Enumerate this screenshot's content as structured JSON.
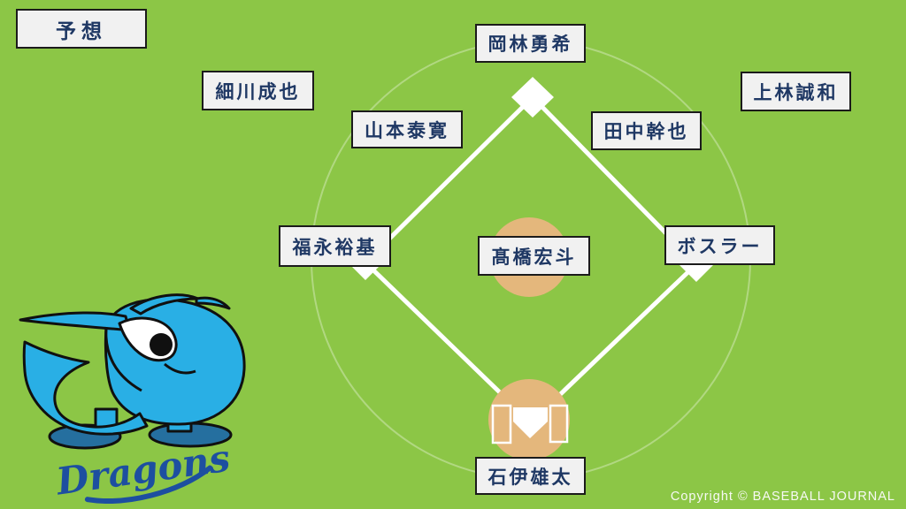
{
  "badge": {
    "label": "予想"
  },
  "field": {
    "positions": {
      "center_field": "岡林勇希",
      "left_field": "細川成也",
      "right_field": "上林誠和",
      "shortstop": "山本泰寛",
      "second_base": "田中幹也",
      "third_base": "福永裕基",
      "pitcher": "髙橋宏斗",
      "first_base": "ボスラー",
      "catcher": "石伊雄太"
    }
  },
  "mascot": {
    "team_script": "Dragons"
  },
  "footer": {
    "copyright": "Copyright © BASEBALL JOURNAL"
  },
  "colors": {
    "field_green": "#8cc646",
    "dirt_tan": "#e4b77c",
    "label_background": "#f1f1f1",
    "label_border": "#1b1b1b",
    "label_text": "#1f3864",
    "line_white": "#ffffff",
    "mascot_blue": "#29afe5",
    "mascot_feet_blue": "#256f9f",
    "script_blue": "#1d4fa0"
  }
}
